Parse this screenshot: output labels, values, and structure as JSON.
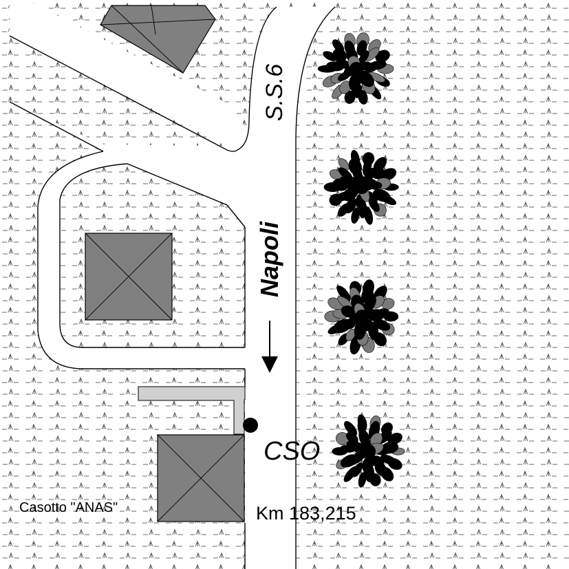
{
  "labels": {
    "road_number": "S.S.6",
    "road_direction": "Napoli",
    "site_code": "CSO",
    "kilometer": "Km 183,215",
    "building": "Casotto \"ANAS\""
  },
  "icons": {
    "direction": "arrow-down-icon",
    "site": "site-point-icon",
    "tree": "tree-icon",
    "building": "building-icon",
    "grass": "grass-pattern"
  },
  "colors": {
    "building_fill": "#808080",
    "wall_fill": "#d0d0d0",
    "tree_fill": "#000000",
    "tree_highlight": "#7a7a7a",
    "road_fill": "#ffffff",
    "grass_mark": "#555555"
  }
}
